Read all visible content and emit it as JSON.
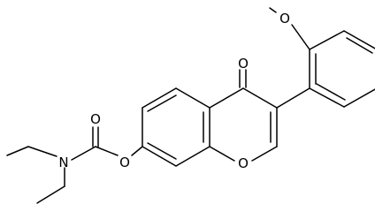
{
  "structure": {
    "atoms": {
      "o_methoxy": "O",
      "o_ketone": "O",
      "o_carbamate_carbonyl": "O",
      "n_carbamate": "N",
      "o_ester": "O",
      "o_ring": "O"
    }
  },
  "colors": {
    "bond": "#000000",
    "label": "#000000",
    "background": "#ffffff"
  }
}
